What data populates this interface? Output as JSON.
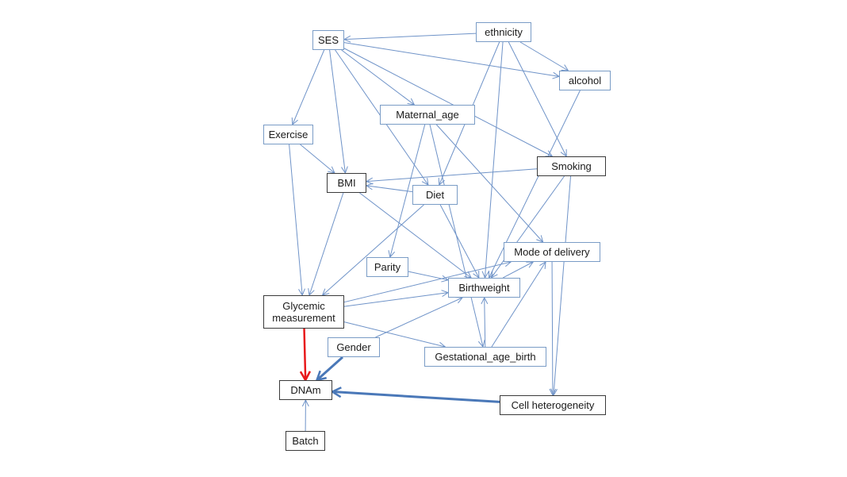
{
  "diagram": {
    "type": "causal-DAG",
    "colors": {
      "edge": "#6f93c8",
      "edge_strong": "#4a78b8",
      "edge_exposure": "#e8191b",
      "node_border_blue": "#7a9cc6",
      "node_border_dark": "#3a3a3a"
    },
    "nodes": [
      {
        "id": "ses",
        "label": "SES",
        "style": "blue"
      },
      {
        "id": "ethnicity",
        "label": "ethnicity",
        "style": "blue"
      },
      {
        "id": "alcohol",
        "label": "alcohol",
        "style": "blue"
      },
      {
        "id": "maternal_age",
        "label": "Maternal_age",
        "style": "blue"
      },
      {
        "id": "exercise",
        "label": "Exercise",
        "style": "blue"
      },
      {
        "id": "smoking",
        "label": "Smoking",
        "style": "dark"
      },
      {
        "id": "bmi",
        "label": "BMI",
        "style": "dark"
      },
      {
        "id": "diet",
        "label": "Diet",
        "style": "blue"
      },
      {
        "id": "mode_of_delivery",
        "label": "Mode of delivery",
        "style": "blue"
      },
      {
        "id": "parity",
        "label": "Parity",
        "style": "blue"
      },
      {
        "id": "birthweight",
        "label": "Birthweight",
        "style": "blue"
      },
      {
        "id": "glycemic",
        "label": "Glycemic\nmeasurement",
        "style": "dark"
      },
      {
        "id": "gender",
        "label": "Gender",
        "style": "blue"
      },
      {
        "id": "gestational_age_birth",
        "label": "Gestational_age_birth",
        "style": "blue"
      },
      {
        "id": "dnam",
        "label": "DNAm",
        "style": "dark"
      },
      {
        "id": "cell_heterogeneity",
        "label": "Cell heterogeneity",
        "style": "dark"
      },
      {
        "id": "batch",
        "label": "Batch",
        "style": "dark"
      }
    ],
    "edges": [
      {
        "from": "ethnicity",
        "to": "ses",
        "kind": "normal"
      },
      {
        "from": "ethnicity",
        "to": "alcohol",
        "kind": "normal"
      },
      {
        "from": "ethnicity",
        "to": "diet",
        "kind": "normal"
      },
      {
        "from": "ethnicity",
        "to": "birthweight",
        "kind": "normal"
      },
      {
        "from": "ethnicity",
        "to": "smoking",
        "kind": "normal"
      },
      {
        "from": "ses",
        "to": "exercise",
        "kind": "normal"
      },
      {
        "from": "ses",
        "to": "bmi",
        "kind": "normal"
      },
      {
        "from": "ses",
        "to": "diet",
        "kind": "normal"
      },
      {
        "from": "ses",
        "to": "maternal_age",
        "kind": "normal"
      },
      {
        "from": "ses",
        "to": "alcohol",
        "kind": "normal"
      },
      {
        "from": "ses",
        "to": "smoking",
        "kind": "normal"
      },
      {
        "from": "exercise",
        "to": "bmi",
        "kind": "normal"
      },
      {
        "from": "exercise",
        "to": "glycemic",
        "kind": "normal"
      },
      {
        "from": "maternal_age",
        "to": "parity",
        "kind": "normal"
      },
      {
        "from": "maternal_age",
        "to": "gestational_age_birth",
        "kind": "normal"
      },
      {
        "from": "maternal_age",
        "to": "mode_of_delivery",
        "kind": "normal"
      },
      {
        "from": "alcohol",
        "to": "birthweight",
        "kind": "normal"
      },
      {
        "from": "smoking",
        "to": "bmi",
        "kind": "normal"
      },
      {
        "from": "smoking",
        "to": "birthweight",
        "kind": "normal"
      },
      {
        "from": "smoking",
        "to": "cell_heterogeneity",
        "kind": "normal"
      },
      {
        "from": "diet",
        "to": "bmi",
        "kind": "normal"
      },
      {
        "from": "diet",
        "to": "glycemic",
        "kind": "normal"
      },
      {
        "from": "diet",
        "to": "birthweight",
        "kind": "normal"
      },
      {
        "from": "bmi",
        "to": "glycemic",
        "kind": "normal"
      },
      {
        "from": "bmi",
        "to": "birthweight",
        "kind": "normal"
      },
      {
        "from": "parity",
        "to": "birthweight",
        "kind": "normal"
      },
      {
        "from": "glycemic",
        "to": "birthweight",
        "kind": "normal"
      },
      {
        "from": "glycemic",
        "to": "mode_of_delivery",
        "kind": "normal"
      },
      {
        "from": "glycemic",
        "to": "gestational_age_birth",
        "kind": "normal"
      },
      {
        "from": "gender",
        "to": "birthweight",
        "kind": "normal"
      },
      {
        "from": "birthweight",
        "to": "mode_of_delivery",
        "kind": "normal"
      },
      {
        "from": "gestational_age_birth",
        "to": "birthweight",
        "kind": "normal"
      },
      {
        "from": "gestational_age_birth",
        "to": "mode_of_delivery",
        "kind": "normal"
      },
      {
        "from": "mode_of_delivery",
        "to": "cell_heterogeneity",
        "kind": "normal"
      },
      {
        "from": "glycemic",
        "to": "dnam",
        "kind": "exposure"
      },
      {
        "from": "gender",
        "to": "dnam",
        "kind": "strong"
      },
      {
        "from": "cell_heterogeneity",
        "to": "dnam",
        "kind": "strong"
      },
      {
        "from": "batch",
        "to": "dnam",
        "kind": "normal"
      }
    ]
  }
}
